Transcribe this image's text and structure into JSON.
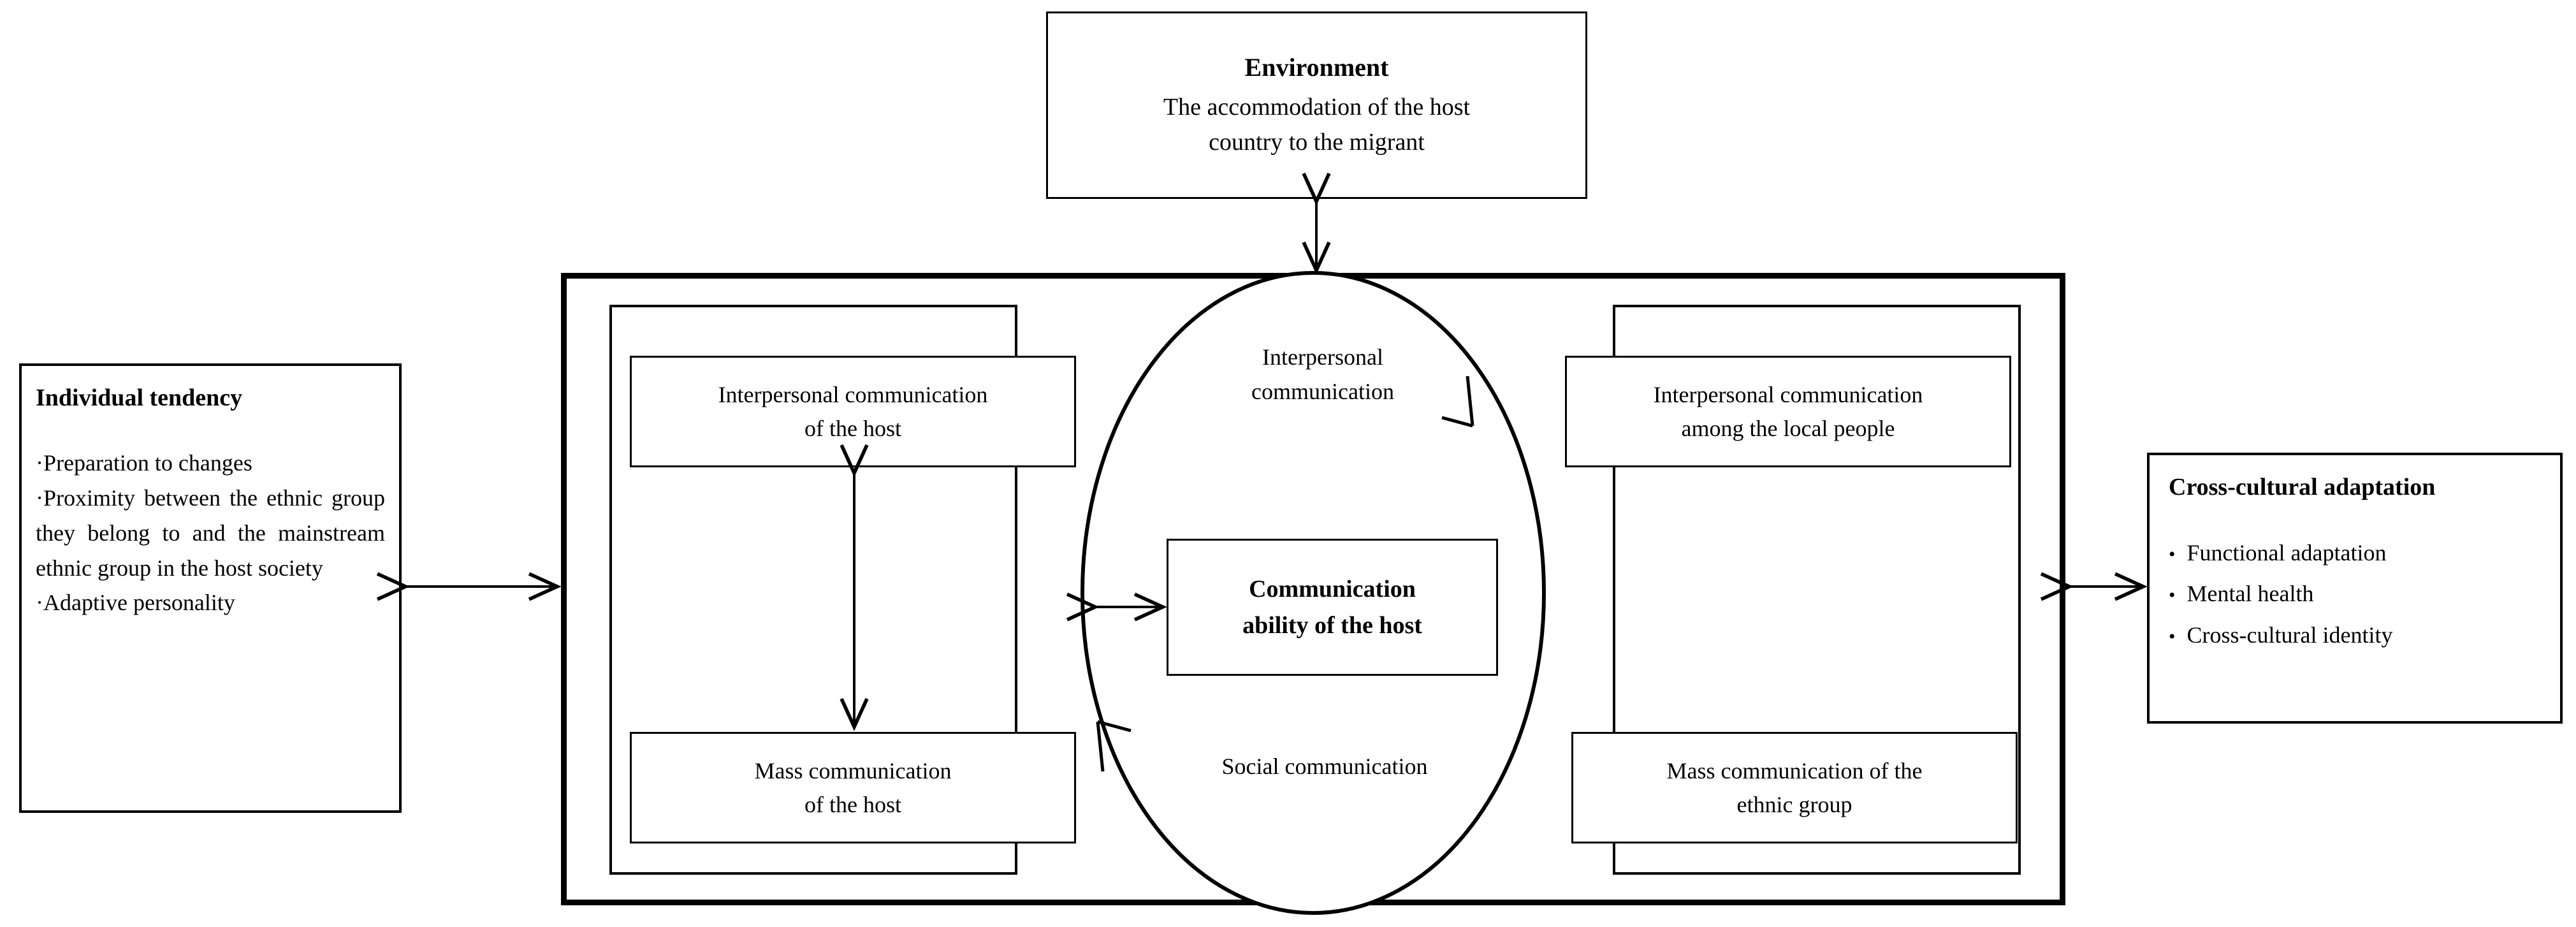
{
  "diagram": {
    "environment": {
      "title": "Environment",
      "description_line1": "The accommodation of the host",
      "description_line2": "country to the migrant"
    },
    "individual_tendency": {
      "title": "Individual tendency",
      "bullet_marker": "·",
      "items": [
        "·Preparation to changes",
        "·Proximity between the ethnic group they belong to and the mainstream ethnic group in the host society",
        "·Adaptive personality"
      ]
    },
    "cross_cultural_adaptation": {
      "title": "Cross-cultural adaptation",
      "bullet_marker": "•",
      "items": [
        "Functional adaptation",
        "Mental health",
        "Cross-cultural identity"
      ]
    },
    "host_group": {
      "interpersonal": {
        "line1": "Interpersonal communication",
        "line2": "of the host"
      },
      "mass": {
        "line1": "Mass communication",
        "line2": "of the host"
      }
    },
    "ethnic_group": {
      "interpersonal": {
        "line1": "Interpersonal communication",
        "line2": "among the local people"
      },
      "mass": {
        "line1": "Mass communication of the",
        "line2": "ethnic group"
      }
    },
    "ellipse": {
      "top_label_line1": "Interpersonal",
      "top_label_line2": "communication",
      "bottom_label": "Social communication"
    },
    "center": {
      "line1": "Communication",
      "line2": "ability of the host"
    },
    "colors": {
      "stroke": "#000000",
      "background": "#ffffff"
    }
  }
}
